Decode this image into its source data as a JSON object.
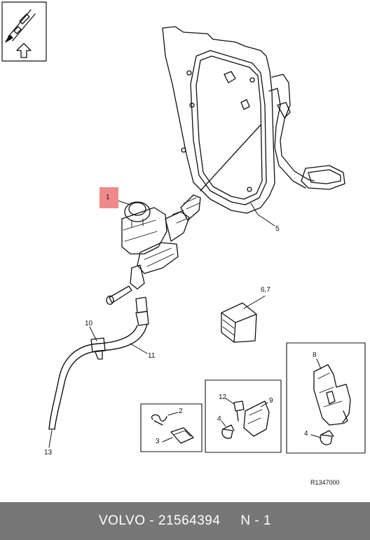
{
  "callouts": {
    "c1": "1",
    "c2": "2",
    "c3": "3",
    "c4a": "4",
    "c4b": "4",
    "c5": "5",
    "c67": "6,7",
    "c8": "8",
    "c9": "9",
    "c10": "10",
    "c11": "11",
    "c12": "12",
    "c13": "13"
  },
  "ref_code": "R1347000",
  "footer": {
    "brand": "VOLVO",
    "separator": " - ",
    "part_number": "21564394",
    "gap": "     ",
    "note": "N - 1"
  },
  "colors": {
    "highlight": "#f08a8a",
    "footer_bg": "#777777",
    "line": "#111111"
  }
}
